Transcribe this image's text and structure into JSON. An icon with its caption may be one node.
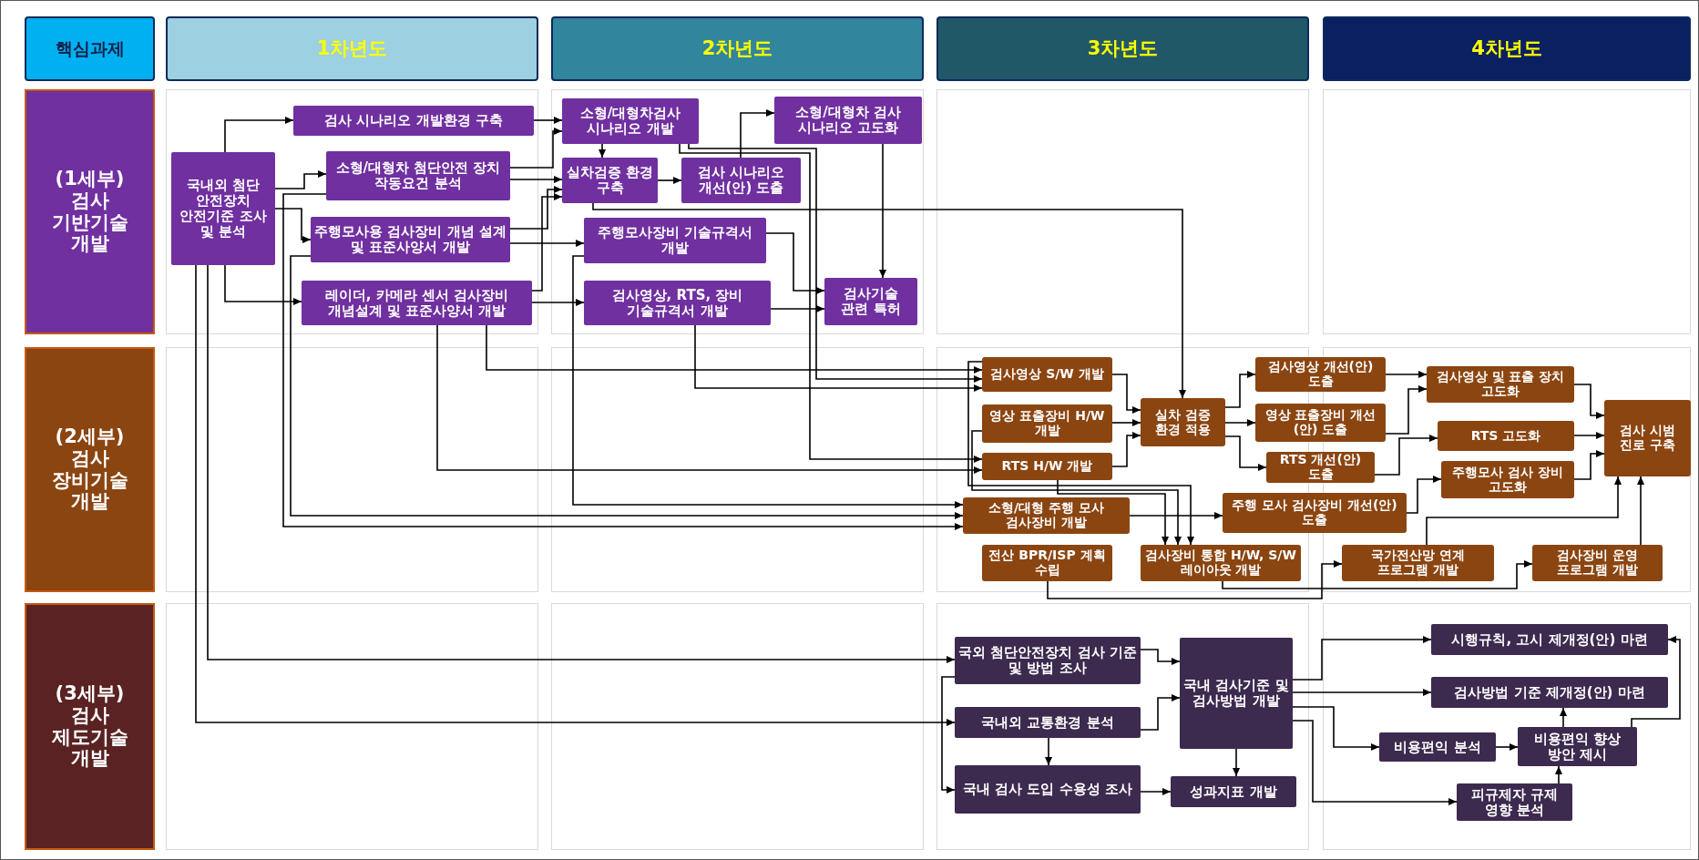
{
  "diagram": {
    "nodes": [
      {
        "text": [
          "핵심과제"
        ]
      },
      {
        "text": [
          "1차년도"
        ]
      },
      {
        "text": [
          "2차년도"
        ]
      },
      {
        "text": [
          "3차년도"
        ]
      },
      {
        "text": [
          "4차년도"
        ]
      },
      {
        "text": [
          "(1세부) 검사 기반기술 개발"
        ]
      },
      {
        "text": [
          "(2세부) 검사 장비기술 개발"
        ]
      },
      {
        "text": [
          "(3세부) 검사 제도기술 개발"
        ]
      },
      {
        "text": [
          "국내외 첨단 안전장치 안전기준 조사 및 분석"
        ]
      },
      {
        "text": [
          "검사 시나리오 개발환경 구축"
        ]
      },
      {
        "text": [
          "소형/대형차 첨단안전 장치 작동요건 분석"
        ]
      },
      {
        "text": [
          "주행모사용 검사장비 개념 설계 및 표준사양서 개발"
        ]
      },
      {
        "text": [
          "레이더, 카메라 센서 검사장비 개념설계 및 표준사양서 개발"
        ]
      },
      {
        "text": [
          "소형/대형차검사 시나리오 개발"
        ]
      },
      {
        "text": [
          "실차검증 환경 구축"
        ]
      },
      {
        "text": [
          "검사 시나리오 개선(안) 도출"
        ]
      },
      {
        "text": [
          "소형/대형차 검사 시나리오 고도화"
        ]
      },
      {
        "text": [
          "주행모사장비 기술규격서 개발"
        ]
      },
      {
        "text": [
          "검사영상, RTS, 장비 기술규격서 개발"
        ]
      },
      {
        "text": [
          "검사기술 관련 특허"
        ]
      },
      {
        "text": [
          "검사영상 S/W 개발"
        ]
      },
      {
        "text": [
          "영상 표출장비 H/W 개발"
        ]
      },
      {
        "text": [
          "RTS H/W 개발"
        ]
      },
      {
        "text": [
          "소형/대형 주행 모사 검사장비 개발"
        ]
      },
      {
        "text": [
          "전산 BPR/ISP 계획 수립"
        ]
      },
      {
        "text": [
          "실차 검증 환경 적용"
        ]
      },
      {
        "text": [
          "검사장비 통합 H/W, S/W 레이아웃 개발"
        ]
      },
      {
        "text": [
          "검사영상 개선(안) 도출"
        ]
      },
      {
        "text": [
          "영상 표출장비 개선(안) 도출"
        ]
      },
      {
        "text": [
          "RTS 개선(안) 도출"
        ]
      },
      {
        "text": [
          "주행 모사 검사장비 개선(안) 도출"
        ]
      },
      {
        "text": [
          "국가전산망 연계 프로그램 개발"
        ]
      },
      {
        "text": [
          "검사영상 및 표출 장치 고도화"
        ]
      },
      {
        "text": [
          "RTS 고도화"
        ]
      },
      {
        "text": [
          "주행모사 검사 장비 고도화"
        ]
      },
      {
        "text": [
          "검사장비 운영 프로그램 개발"
        ]
      },
      {
        "text": [
          "검사 시범 진로 구축"
        ]
      },
      {
        "text": [
          "국외 첨단안전장치 검사 기준 및 방법 조사"
        ]
      },
      {
        "text": [
          "국내외 교통환경 분석"
        ]
      },
      {
        "text": [
          "국내 검사 도입 수용성 조사"
        ]
      },
      {
        "text": [
          "국내 검사기준 및 검사방법 개발"
        ]
      },
      {
        "text": [
          "성과지표 개발"
        ]
      },
      {
        "text": [
          "시행규칙, 고시 제개정(안) 마련"
        ]
      },
      {
        "text": [
          "검사방법 기준 제개정(안) 마련"
        ]
      },
      {
        "text": [
          "비용편익 분석"
        ]
      },
      {
        "text": [
          "비용편익 향상 방안 제시"
        ]
      },
      {
        "text": [
          "피규제자 규제 영향 분석"
        ]
      }
    ],
    "edges": [
      {
        "from": 8,
        "to": 9,
        "arrow": "to"
      },
      {
        "from": 8,
        "to": 10,
        "arrow": "to"
      },
      {
        "from": 8,
        "to": 11,
        "arrow": "to"
      },
      {
        "from": 8,
        "to": 12,
        "arrow": "to"
      },
      {
        "from": 9,
        "to": 13,
        "arrow": "to"
      },
      {
        "from": 10,
        "to": 13,
        "arrow": "to"
      },
      {
        "from": 10,
        "to": 14,
        "arrow": "to"
      },
      {
        "from": 11,
        "to": 14,
        "arrow": "to"
      },
      {
        "from": 11,
        "to": 17,
        "arrow": "to"
      },
      {
        "from": 12,
        "to": 14,
        "arrow": "to"
      },
      {
        "from": 12,
        "to": 18,
        "arrow": "to"
      },
      {
        "from": 13,
        "to": 14,
        "arrow": "to"
      },
      {
        "from": 14,
        "to": 15,
        "arrow": "to"
      },
      {
        "from": 15,
        "to": 16,
        "arrow": "to"
      },
      {
        "from": 16,
        "to": 19,
        "arrow": "to"
      },
      {
        "from": 17,
        "to": 19,
        "arrow": "to"
      },
      {
        "from": 18,
        "to": 19,
        "arrow": "to"
      },
      {
        "from": 14,
        "to": 25,
        "arrow": "to"
      },
      {
        "from": 12,
        "to": 20,
        "arrow": "to"
      },
      {
        "from": 13,
        "to": 20,
        "arrow": "to"
      },
      {
        "from": 18,
        "to": 20,
        "arrow": "to"
      },
      {
        "from": 13,
        "to": 22,
        "arrow": "to"
      },
      {
        "from": 12,
        "to": 22,
        "arrow": "to"
      },
      {
        "from": 17,
        "to": 23,
        "arrow": "to"
      },
      {
        "from": 11,
        "to": 23,
        "arrow": "to"
      },
      {
        "from": 10,
        "to": 23,
        "arrow": "to"
      },
      {
        "from": 8,
        "to": 37,
        "arrow": "to"
      },
      {
        "from": 8,
        "to": 38,
        "arrow": "to"
      },
      {
        "from": 20,
        "to": 25,
        "arrow": "to"
      },
      {
        "from": 21,
        "to": 25,
        "arrow": "to"
      },
      {
        "from": 22,
        "to": 25,
        "arrow": "to"
      },
      {
        "from": 25,
        "to": 27,
        "arrow": "to"
      },
      {
        "from": 25,
        "to": 28,
        "arrow": "to"
      },
      {
        "from": 25,
        "to": 29,
        "arrow": "to"
      },
      {
        "from": 27,
        "to": 32,
        "arrow": "to"
      },
      {
        "from": 28,
        "to": 32,
        "arrow": "to"
      },
      {
        "from": 29,
        "to": 33,
        "arrow": "to"
      },
      {
        "from": 30,
        "to": 34,
        "arrow": "to"
      },
      {
        "from": 23,
        "to": 30,
        "arrow": "to"
      },
      {
        "from": 32,
        "to": 36,
        "arrow": "to"
      },
      {
        "from": 33,
        "to": 36,
        "arrow": "to"
      },
      {
        "from": 34,
        "to": 36,
        "arrow": "to"
      },
      {
        "from": 31,
        "to": 36,
        "arrow": "to"
      },
      {
        "from": 35,
        "to": 36,
        "arrow": "to"
      },
      {
        "from": 20,
        "to": 26,
        "arrow": "to"
      },
      {
        "from": 21,
        "to": 26,
        "arrow": "to"
      },
      {
        "from": 22,
        "to": 26,
        "arrow": "to"
      },
      {
        "from": 24,
        "to": 31,
        "arrow": "to"
      },
      {
        "from": 26,
        "to": 35,
        "arrow": "to"
      },
      {
        "from": 37,
        "to": 40,
        "arrow": "to"
      },
      {
        "from": 38,
        "to": 40,
        "arrow": "to"
      },
      {
        "from": 37,
        "to": 39,
        "arrow": "to"
      },
      {
        "from": 38,
        "to": 39,
        "arrow": "to"
      },
      {
        "from": 39,
        "to": 41,
        "arrow": "to"
      },
      {
        "from": 40,
        "to": 41,
        "arrow": "to"
      },
      {
        "from": 40,
        "to": 42,
        "arrow": "to"
      },
      {
        "from": 40,
        "to": 43,
        "arrow": "to"
      },
      {
        "from": 40,
        "to": 44,
        "arrow": "to"
      },
      {
        "from": 40,
        "to": 46,
        "arrow": "to"
      },
      {
        "from": 44,
        "to": 45,
        "arrow": "to"
      },
      {
        "from": 45,
        "to": 43,
        "arrow": "to"
      },
      {
        "from": 45,
        "to": 42,
        "arrow": "to"
      },
      {
        "from": 46,
        "to": 45,
        "arrow": "to"
      }
    ]
  }
}
